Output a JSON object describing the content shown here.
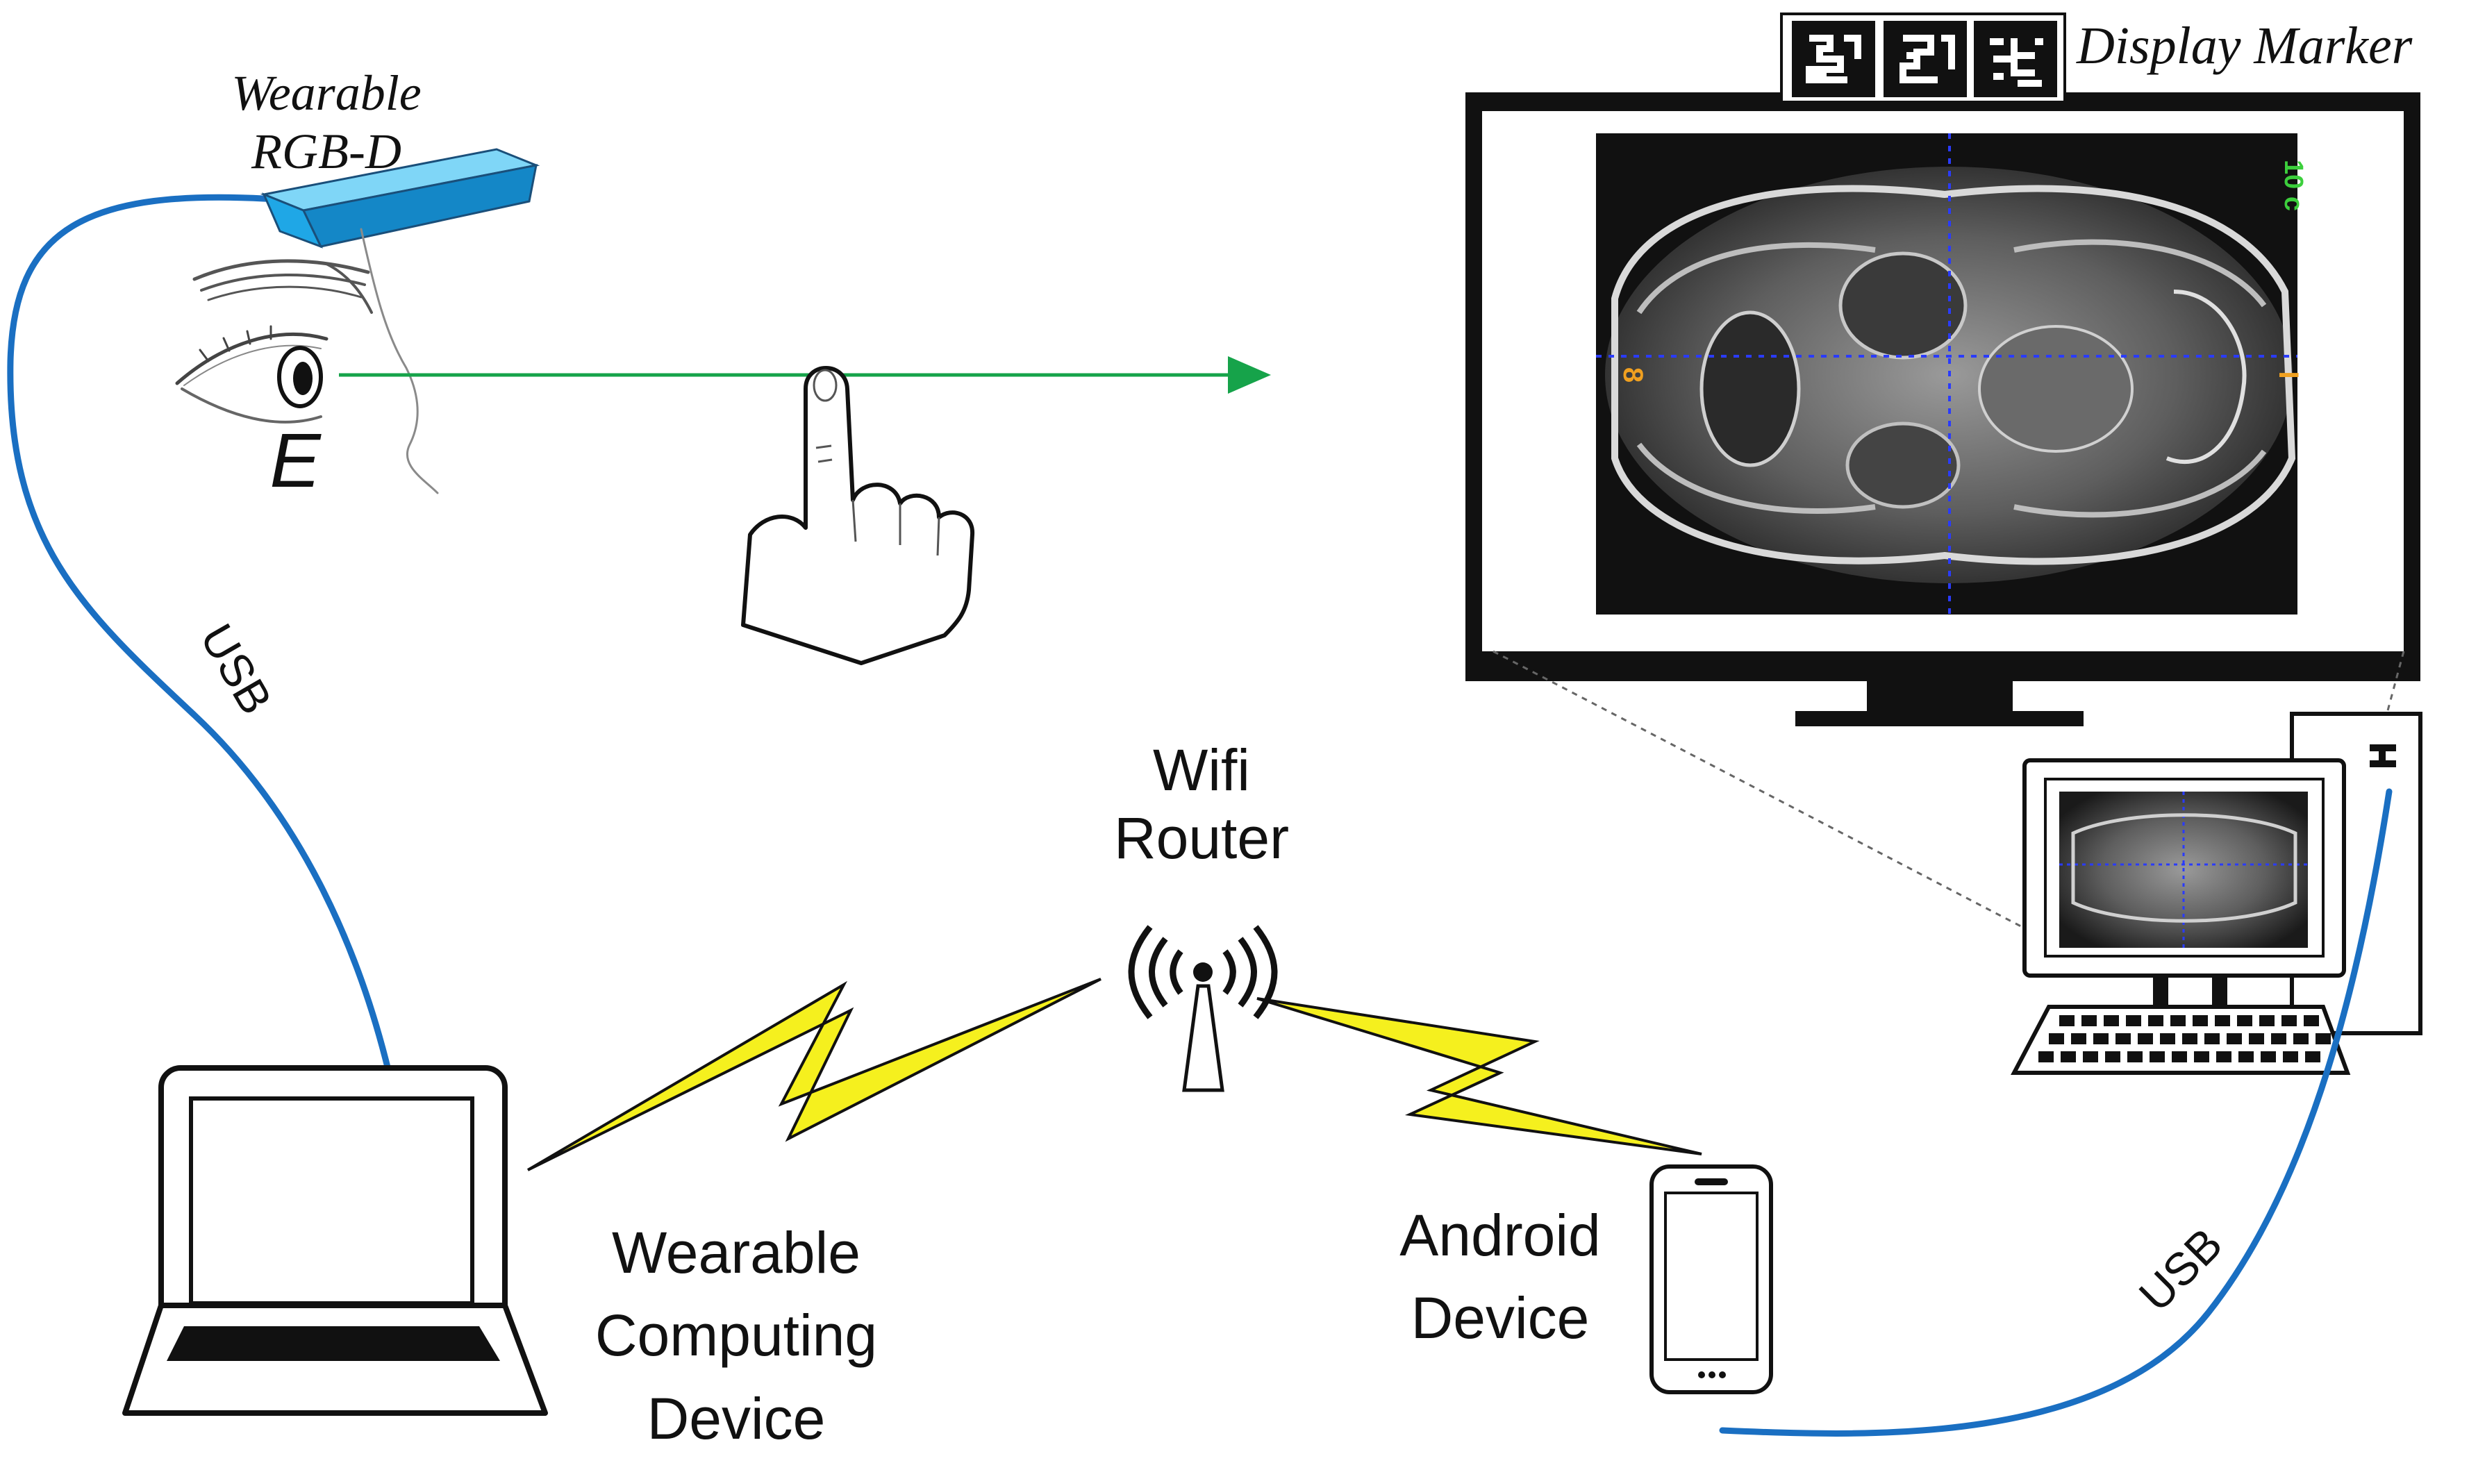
{
  "labels": {
    "wearable_sensor_line1": "Wearable",
    "wearable_sensor_line2": "RGB-D",
    "eye_point": "E",
    "usb_left": "USB",
    "usb_right": "USB",
    "display_marker": "Display Marker",
    "wifi_router_line1": "Wifi",
    "wifi_router_line2": "Router",
    "wearable_computing_line1": "Wearable",
    "wearable_computing_line2": "Computing",
    "wearable_computing_line3": "Device",
    "android_line1": "Android",
    "android_line2": "Device",
    "scan_left_marker": "8",
    "scan_right_marker": "I",
    "scan_corner_text": "10 c"
  },
  "colors": {
    "cable": "#1a6fc2",
    "gaze_ray": "#16a34a",
    "sensor_top": "#7fd6f7",
    "sensor_front": "#1fa7e6",
    "sensor_side": "#1487c7",
    "wireless_bolt": "#f5f01e",
    "scan_crosshair": "#2a3bff",
    "scan_marker": "#f0a020",
    "scan_corner": "#3ccf3c"
  },
  "icons": [
    "rgbd-sensor-icon",
    "eye-sketch-icon",
    "pointing-hand-icon",
    "monitor-icon",
    "desktop-computer-icon",
    "laptop-icon",
    "wifi-router-icon",
    "smartphone-icon",
    "fiducial-marker-icon"
  ]
}
